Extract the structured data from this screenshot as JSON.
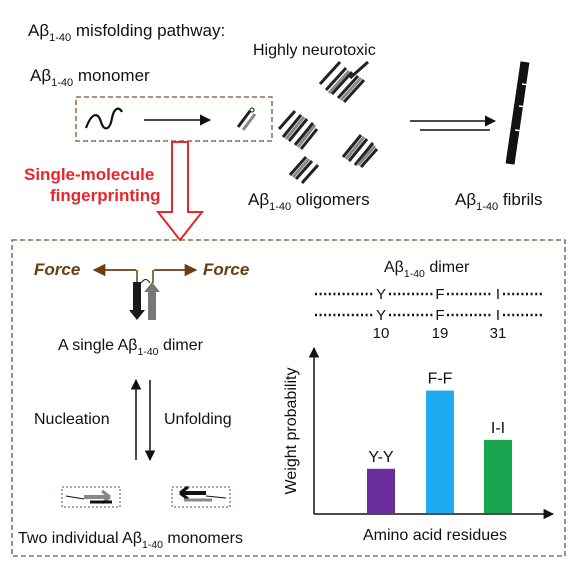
{
  "labels": {
    "ab_main": "Aβ",
    "ab_sub": "1-40",
    "pathway_suffix": " misfolding pathway:",
    "monomer_suffix": " monomer",
    "highly_neurotoxic": "Highly neurotoxic",
    "oligomers_suffix": " oligomers",
    "fibrils_suffix": " fibrils",
    "smf_line1": "Single-molecule",
    "smf_line2": "fingerprinting",
    "force": "Force",
    "single_dimer_prefix": "A single ",
    "dimer_suffix": " dimer",
    "nucleation": "Nucleation",
    "unfolding": "Unfolding",
    "two_monomers_prefix": "Two individual ",
    "monomers_suffix": " monomers",
    "residue_top": [
      "Y",
      "F",
      "I"
    ],
    "residue_bottom": [
      "Y",
      "F",
      "I"
    ],
    "residue_numbers": [
      "10",
      "19",
      "31"
    ]
  },
  "colors": {
    "accent_red": "#e8262b",
    "force_brown": "#6b3d10",
    "dashed_box": "#7a5230"
  },
  "chart_data": {
    "type": "bar",
    "categories": [
      "Y-Y",
      "F-F",
      "I-I"
    ],
    "values": [
      0.26,
      0.72,
      0.43
    ],
    "colors": [
      "#6a2c9a",
      "#1eaaf1",
      "#1aa64e"
    ],
    "ylim": [
      0,
      1
    ],
    "xlabel": "Amino acid residues",
    "ylabel": "Weight probability",
    "grid": false,
    "legend": "none"
  }
}
